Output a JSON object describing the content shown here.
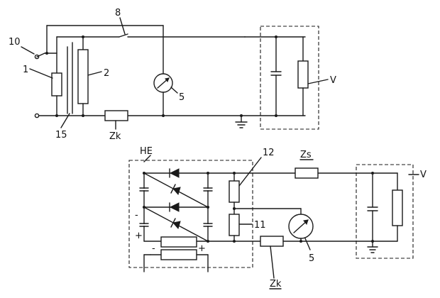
{
  "labels": {
    "n10": "10",
    "n8": "8",
    "n1": "1",
    "n2": "2",
    "n5_top": "5",
    "n15": "15",
    "zk_top": "Zk",
    "v_top": "V",
    "he": "HE",
    "n12": "12",
    "zs": "Zs",
    "v_bottom": "V",
    "n11": "11",
    "n5_bottom": "5",
    "zk_bottom": "Zk",
    "minus_1": "-",
    "minus_2": "-",
    "plus_1": "+",
    "plus_2": "+"
  }
}
